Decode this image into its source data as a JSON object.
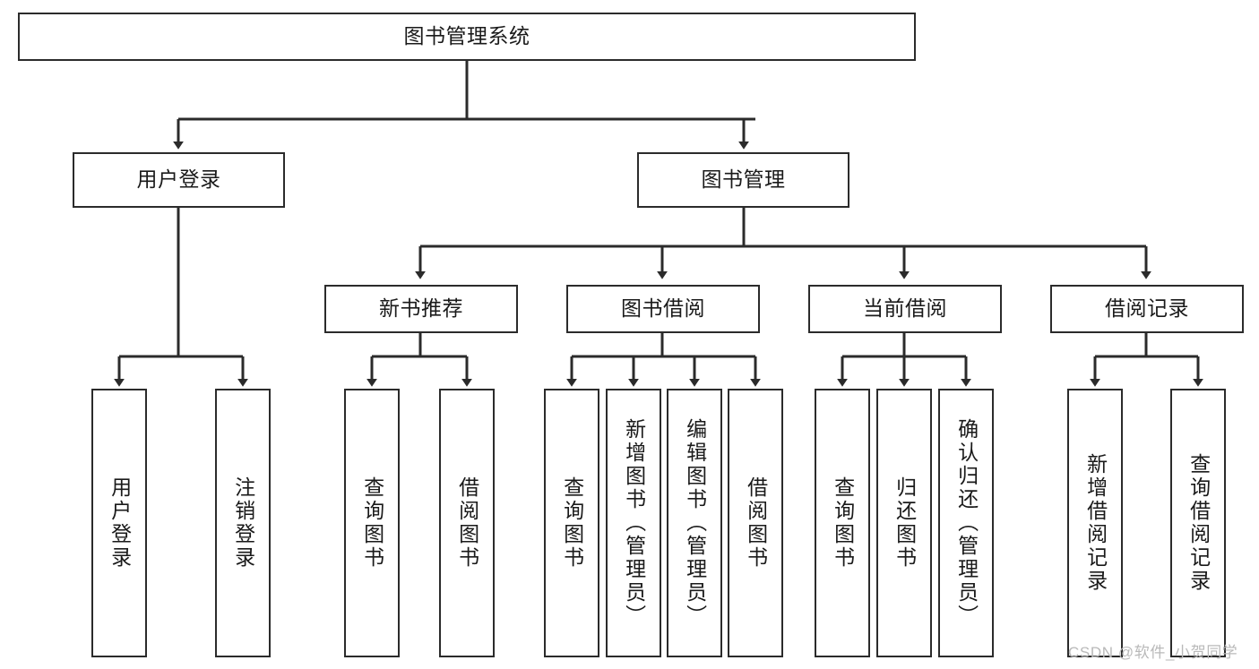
{
  "diagram": {
    "type": "tree-hierarchy",
    "title": "图书管理系统",
    "orientation": "top-down",
    "colors": {
      "node_border": "#2b2b2b",
      "node_fill": "#ffffff",
      "edge": "#2b2b2b",
      "text": "#1a1a1a",
      "watermark": "#b9b9b9",
      "background": "#ffffff"
    },
    "root": {
      "label": "图书管理系统"
    },
    "level2": [
      {
        "label": "用户登录"
      },
      {
        "label": "图书管理"
      }
    ],
    "level3": [
      {
        "label": "新书推荐"
      },
      {
        "label": "图书借阅"
      },
      {
        "label": "当前借阅"
      },
      {
        "label": "借阅记录"
      }
    ],
    "leaves": {
      "user_login": [
        {
          "label": "用户登录"
        },
        {
          "label": "注销登录"
        }
      ],
      "new_book_recommend": [
        {
          "label": "查询图书"
        },
        {
          "label": "借阅图书"
        }
      ],
      "book_borrow": [
        {
          "label": "查询图书"
        },
        {
          "label": "新增图书（管理员）"
        },
        {
          "label": "编辑图书（管理员）"
        },
        {
          "label": "借阅图书"
        }
      ],
      "current_borrow": [
        {
          "label": "查询图书"
        },
        {
          "label": "归还图书"
        },
        {
          "label": "确认归还（管理员）"
        }
      ],
      "borrow_record": [
        {
          "label": "新增借阅记录"
        },
        {
          "label": "查询借阅记录"
        }
      ]
    }
  },
  "watermark": {
    "text": "CSDN @软件_小贺同学"
  }
}
